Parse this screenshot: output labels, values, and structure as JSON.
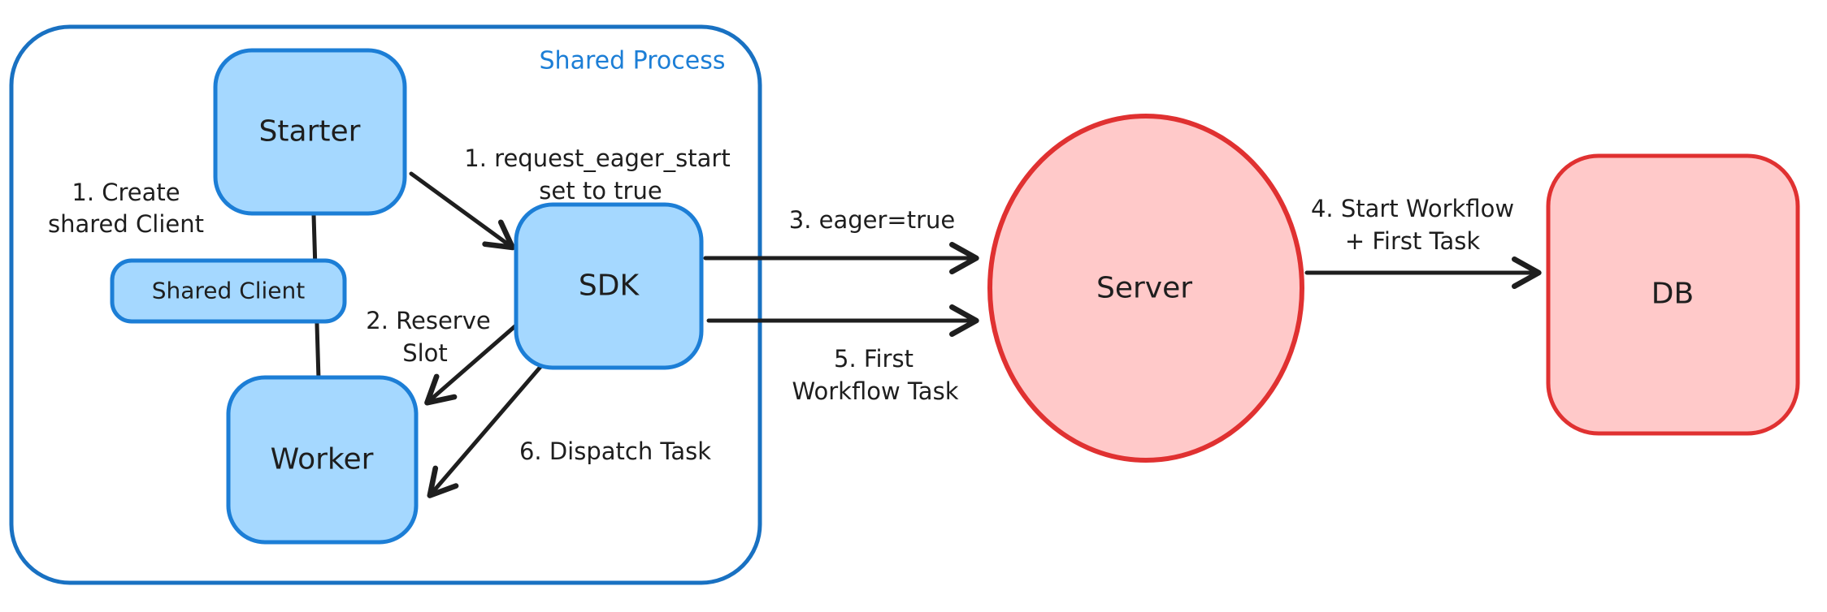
{
  "diagram": {
    "title": "Eager workflow start architecture diagram",
    "colors": {
      "blue_stroke": "#1c7ed6",
      "blue_frame_stroke": "#1971c2",
      "blue_fill": "#a5d8ff",
      "blue_label_text": "#1c7ed6",
      "red_stroke": "#e03131",
      "red_fill": "#ffc9c9",
      "ink": "#1e1e1e",
      "background": "#ffffff"
    },
    "container": {
      "label": "Shared Process"
    },
    "nodes": {
      "starter": {
        "label": "Starter"
      },
      "shared_client": {
        "label": "Shared Client"
      },
      "worker": {
        "label": "Worker"
      },
      "sdk": {
        "label": "SDK"
      },
      "server": {
        "label": "Server"
      },
      "db": {
        "label": "DB"
      }
    },
    "annotations": {
      "create_shared_client": {
        "line1": "1. Create",
        "line2": "shared Client"
      },
      "request_eager_start": {
        "line1": "1. request_eager_start",
        "line2": "set to true"
      },
      "reserve_slot": {
        "line1": "2. Reserve",
        "line2": "Slot"
      },
      "eager_true": {
        "line1": "3. eager=true"
      },
      "start_workflow": {
        "line1": "4. Start Workflow",
        "line2": "+ First Task"
      },
      "first_workflow_task": {
        "line1": "5. First",
        "line2": "Workflow Task"
      },
      "dispatch_task": {
        "line1": "6. Dispatch Task"
      }
    }
  }
}
